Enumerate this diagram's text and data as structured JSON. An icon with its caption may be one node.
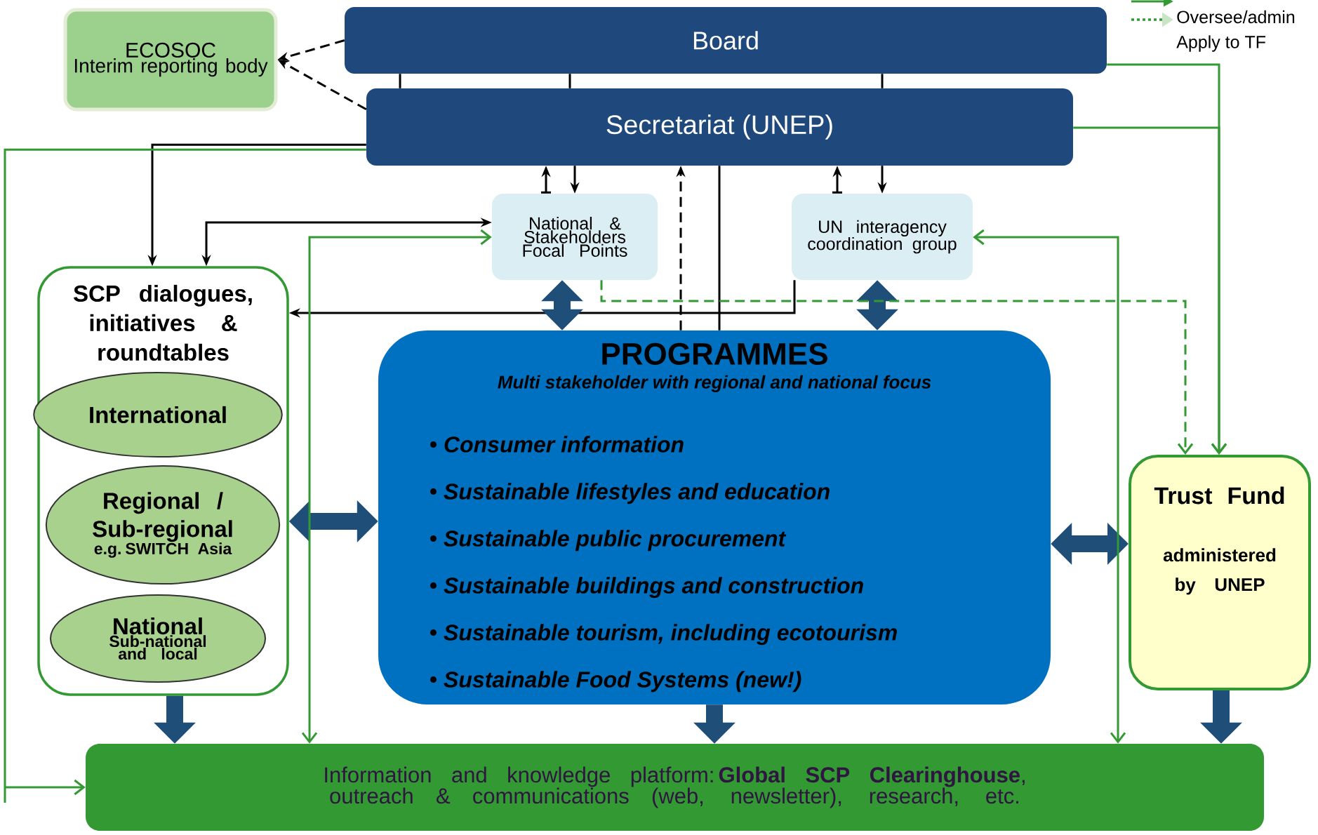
{
  "diagram": {
    "nodes": [
      {
        "text": [
          "ECOSOC",
          "Interim reporting body"
        ]
      },
      {
        "text": [
          "Board"
        ]
      },
      {
        "text": [
          "Secretariat (UNEP)"
        ]
      },
      {
        "text": [
          "National & Stakeholders Focal Points"
        ]
      },
      {
        "text": [
          "UN interagency coordination group"
        ]
      },
      {
        "text": [
          "SCP dialogues, initiatives & roundtables"
        ]
      },
      {
        "text": [
          "International"
        ],
        "in": 5
      },
      {
        "text": [
          "Regional / Sub-regional",
          "e.g. SWITCH Asia"
        ],
        "in": 5
      },
      {
        "text": [
          "National",
          "Sub-national and local"
        ],
        "in": 5
      },
      {
        "text": [
          "PROGRAMMES",
          "Multi stakeholder with regional and national focus",
          "Consumer information",
          "Sustainable lifestyles and education",
          "Sustainable public procurement",
          "Sustainable buildings and construction",
          "Sustainable tourism, including ecotourism",
          "Sustainable Food Systems (new!)"
        ]
      },
      {
        "text": [
          "Trust Fund",
          "administered by UNEP"
        ]
      },
      {
        "text": [
          "Information and knowledge platform: **Global SCP Clearinghouse**, outreach & communications (web, newsletter), research, etc."
        ]
      }
    ],
    "edges": [
      {
        "from": 1,
        "to": 0,
        "arrow": "to",
        "style": "dashed"
      },
      {
        "from": 2,
        "to": 0,
        "arrow": "to",
        "style": "dashed"
      },
      {
        "from": 1,
        "to": 2,
        "arrow": "none"
      },
      {
        "from": 1,
        "to": 2,
        "arrow": "none"
      },
      {
        "from": 1,
        "to": 2,
        "arrow": "none"
      },
      {
        "from": 2,
        "to": 5,
        "arrow": "to"
      },
      {
        "from": 3,
        "to": 5,
        "arrow": "both"
      },
      {
        "from": 3,
        "to": 2,
        "arrow": "to"
      },
      {
        "from": 2,
        "to": 3,
        "arrow": "to"
      },
      {
        "from": 4,
        "to": 2,
        "arrow": "to"
      },
      {
        "from": 2,
        "to": 4,
        "arrow": "to"
      },
      {
        "from": 4,
        "to": 5,
        "arrow": "to"
      },
      {
        "from": 9,
        "to": 2,
        "arrow": "to",
        "style": "dashed"
      },
      {
        "from": 2,
        "to": 9,
        "arrow": "none"
      },
      {
        "from": 3,
        "to": 9,
        "arrow": "both",
        "style": "thick",
        "color": "#1f4e79"
      },
      {
        "from": 4,
        "to": 9,
        "arrow": "both",
        "style": "thick",
        "color": "#1f4e79"
      },
      {
        "from": 5,
        "to": 9,
        "arrow": "both",
        "style": "thick",
        "color": "#1f4e79"
      },
      {
        "from": 9,
        "to": 10,
        "arrow": "both",
        "style": "thick",
        "color": "#1f4e79"
      },
      {
        "from": 5,
        "to": 11,
        "arrow": "to",
        "style": "thick",
        "color": "#1f4e79"
      },
      {
        "from": 9,
        "to": 11,
        "arrow": "to",
        "style": "thick",
        "color": "#1f4e79"
      },
      {
        "from": 10,
        "to": 11,
        "arrow": "to",
        "style": "thick",
        "color": "#1f4e79"
      },
      {
        "from": 3,
        "to": 10,
        "arrow": "to",
        "style": "dashed",
        "color": "#339933"
      },
      {
        "from": 1,
        "to": 10,
        "arrow": "to",
        "color": "#339933"
      },
      {
        "from": 2,
        "to": 10,
        "arrow": "to",
        "color": "#339933"
      },
      {
        "from": 2,
        "to": 11,
        "arrow": "to",
        "color": "#339933"
      },
      {
        "from": 11,
        "to": 3,
        "arrow": "both",
        "color": "#339933"
      },
      {
        "from": 11,
        "to": 4,
        "arrow": "both",
        "color": "#339933"
      }
    ],
    "labels": [
      "Apply to TF"
    ],
    "legend": [
      {
        "text": "Oversee/admin"
      }
    ]
  }
}
